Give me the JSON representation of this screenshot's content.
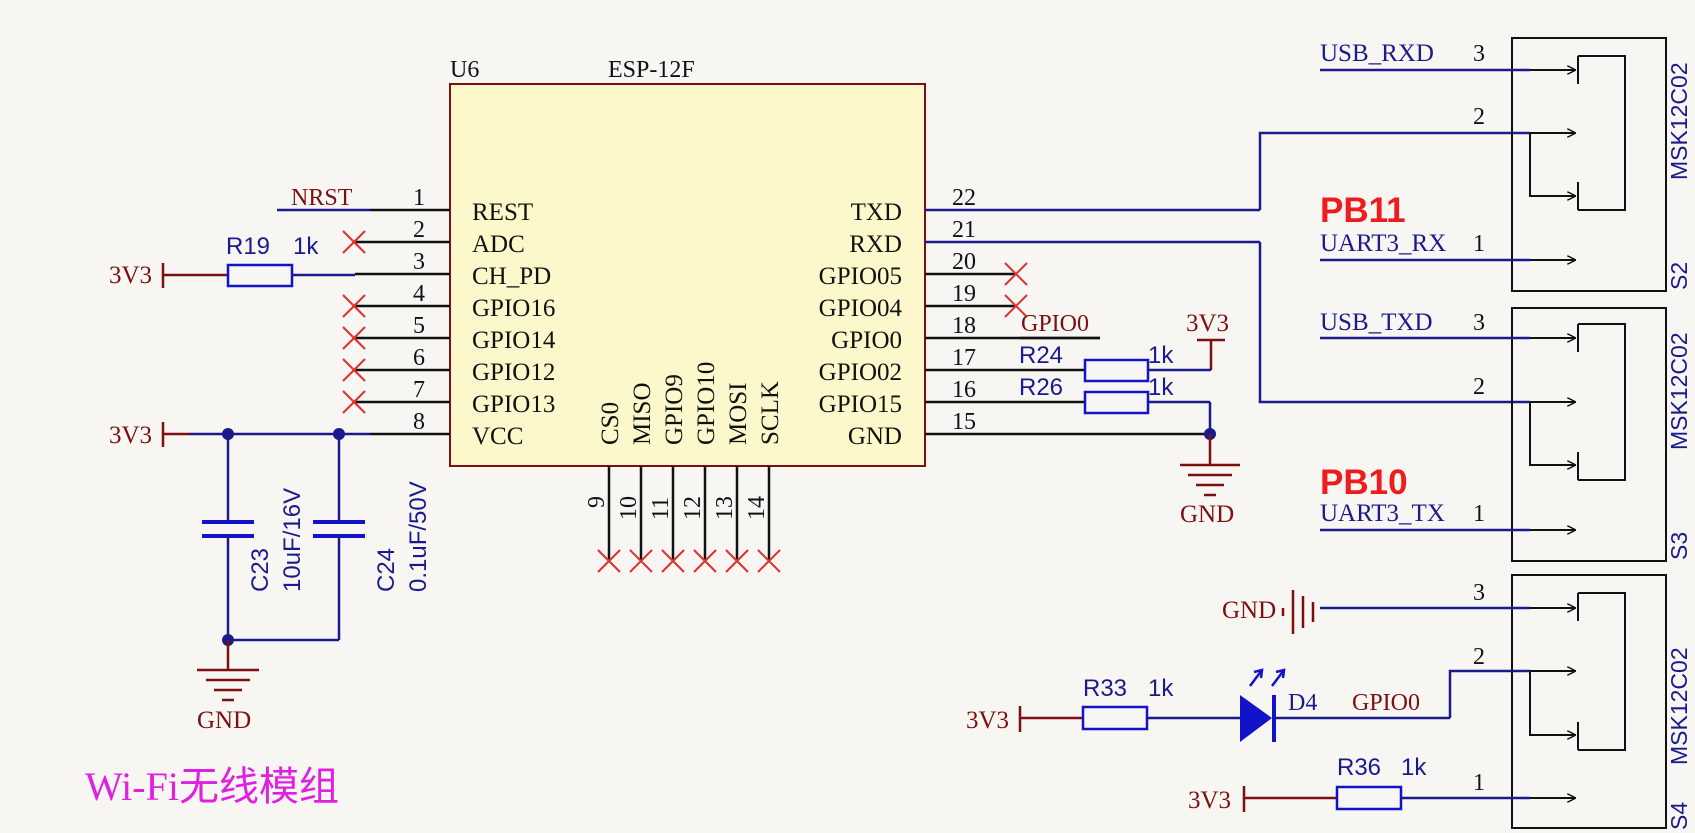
{
  "chip": {
    "ref": "U6",
    "part": "ESP-12F",
    "left_pins": [
      {
        "num": "1",
        "name": "REST"
      },
      {
        "num": "2",
        "name": "ADC"
      },
      {
        "num": "3",
        "name": "CH_PD"
      },
      {
        "num": "4",
        "name": "GPIO16"
      },
      {
        "num": "5",
        "name": "GPIO14"
      },
      {
        "num": "6",
        "name": "GPIO12"
      },
      {
        "num": "7",
        "name": "GPIO13"
      },
      {
        "num": "8",
        "name": "VCC"
      }
    ],
    "right_pins": [
      {
        "num": "22",
        "name": "TXD"
      },
      {
        "num": "21",
        "name": "RXD"
      },
      {
        "num": "20",
        "name": "GPIO05"
      },
      {
        "num": "19",
        "name": "GPIO04"
      },
      {
        "num": "18",
        "name": "GPIO0"
      },
      {
        "num": "17",
        "name": "GPIO02"
      },
      {
        "num": "16",
        "name": "GPIO15"
      },
      {
        "num": "15",
        "name": "GND"
      }
    ],
    "bottom_pins": [
      {
        "num": "9",
        "name": "CS0"
      },
      {
        "num": "10",
        "name": "MISO"
      },
      {
        "num": "11",
        "name": "GPIO9"
      },
      {
        "num": "12",
        "name": "GPIO10"
      },
      {
        "num": "13",
        "name": "MOSI"
      },
      {
        "num": "14",
        "name": "SCLK"
      }
    ]
  },
  "nets": {
    "nrst": "NRST",
    "v3_left_1": "3V3",
    "v3_left_2": "3V3",
    "gnd_left": "GND",
    "gpio0_net": "GPIO0",
    "v3_right": "3V3",
    "gnd_right": "GND",
    "usb_rxd": "USB_RXD",
    "uart3_rx": "UART3_RX",
    "usb_txd": "USB_TXD",
    "uart3_tx": "UART3_TX",
    "gnd_s4": "GND",
    "v3_led": "3V3",
    "gpio0_led": "GPIO0",
    "v3_s4": "3V3"
  },
  "components": {
    "r19": {
      "ref": "R19",
      "value": "1k"
    },
    "r24": {
      "ref": "R24",
      "value": "1k"
    },
    "r26": {
      "ref": "R26",
      "value": "1k"
    },
    "r33": {
      "ref": "R33",
      "value": "1k"
    },
    "r36": {
      "ref": "R36",
      "value": "1k"
    },
    "c23": {
      "ref": "C23",
      "value": "10uF/16V"
    },
    "c24": {
      "ref": "C24",
      "value": "0.1uF/50V"
    },
    "d4": {
      "ref": "D4"
    }
  },
  "switches": [
    {
      "ref": "S2",
      "part": "MSK12C02",
      "pins": [
        "3",
        "2",
        "1"
      ]
    },
    {
      "ref": "S3",
      "part": "MSK12C02",
      "pins": [
        "3",
        "2",
        "1"
      ]
    },
    {
      "ref": "S4",
      "part": "MSK12C02",
      "pins": [
        "3",
        "2",
        "1"
      ]
    }
  ],
  "annotations": {
    "pb11": "PB11",
    "pb10": "PB10",
    "title": "Wi-Fi无线模组"
  },
  "colors": {
    "wire": "#1a1a8c",
    "power": "#7a1010",
    "chip_fill": "#fcf8cc",
    "component": "#1212c8",
    "no_connect": "#e03030",
    "highlight": "#ee1c1c",
    "title": "#e020e0"
  }
}
